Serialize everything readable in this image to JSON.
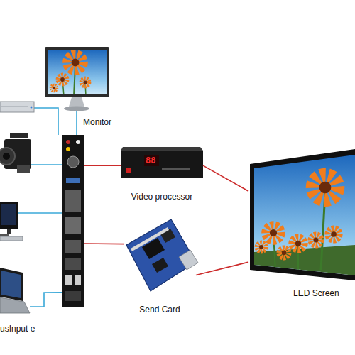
{
  "diagram": {
    "nodes": [
      {
        "text": [
          "Monitor"
        ]
      },
      {
        "text": []
      },
      {
        "text": [
          "88",
          "Video processor"
        ]
      },
      {
        "text": [
          "Send Card"
        ]
      },
      {
        "text": [
          "LED Screen"
        ]
      },
      {
        "text": [
          "usInput e"
        ]
      }
    ],
    "edges": [
      {
        "from": 0,
        "to": 1,
        "arrow": "none"
      },
      {
        "from": 1,
        "to": 2,
        "arrow": "none"
      },
      {
        "from": 1,
        "to": 3,
        "arrow": "none"
      },
      {
        "from": 2,
        "to": 4,
        "arrow": "none"
      },
      {
        "from": 3,
        "to": 4,
        "arrow": "none"
      },
      {
        "from": 5,
        "to": 1,
        "arrow": "none"
      }
    ]
  }
}
